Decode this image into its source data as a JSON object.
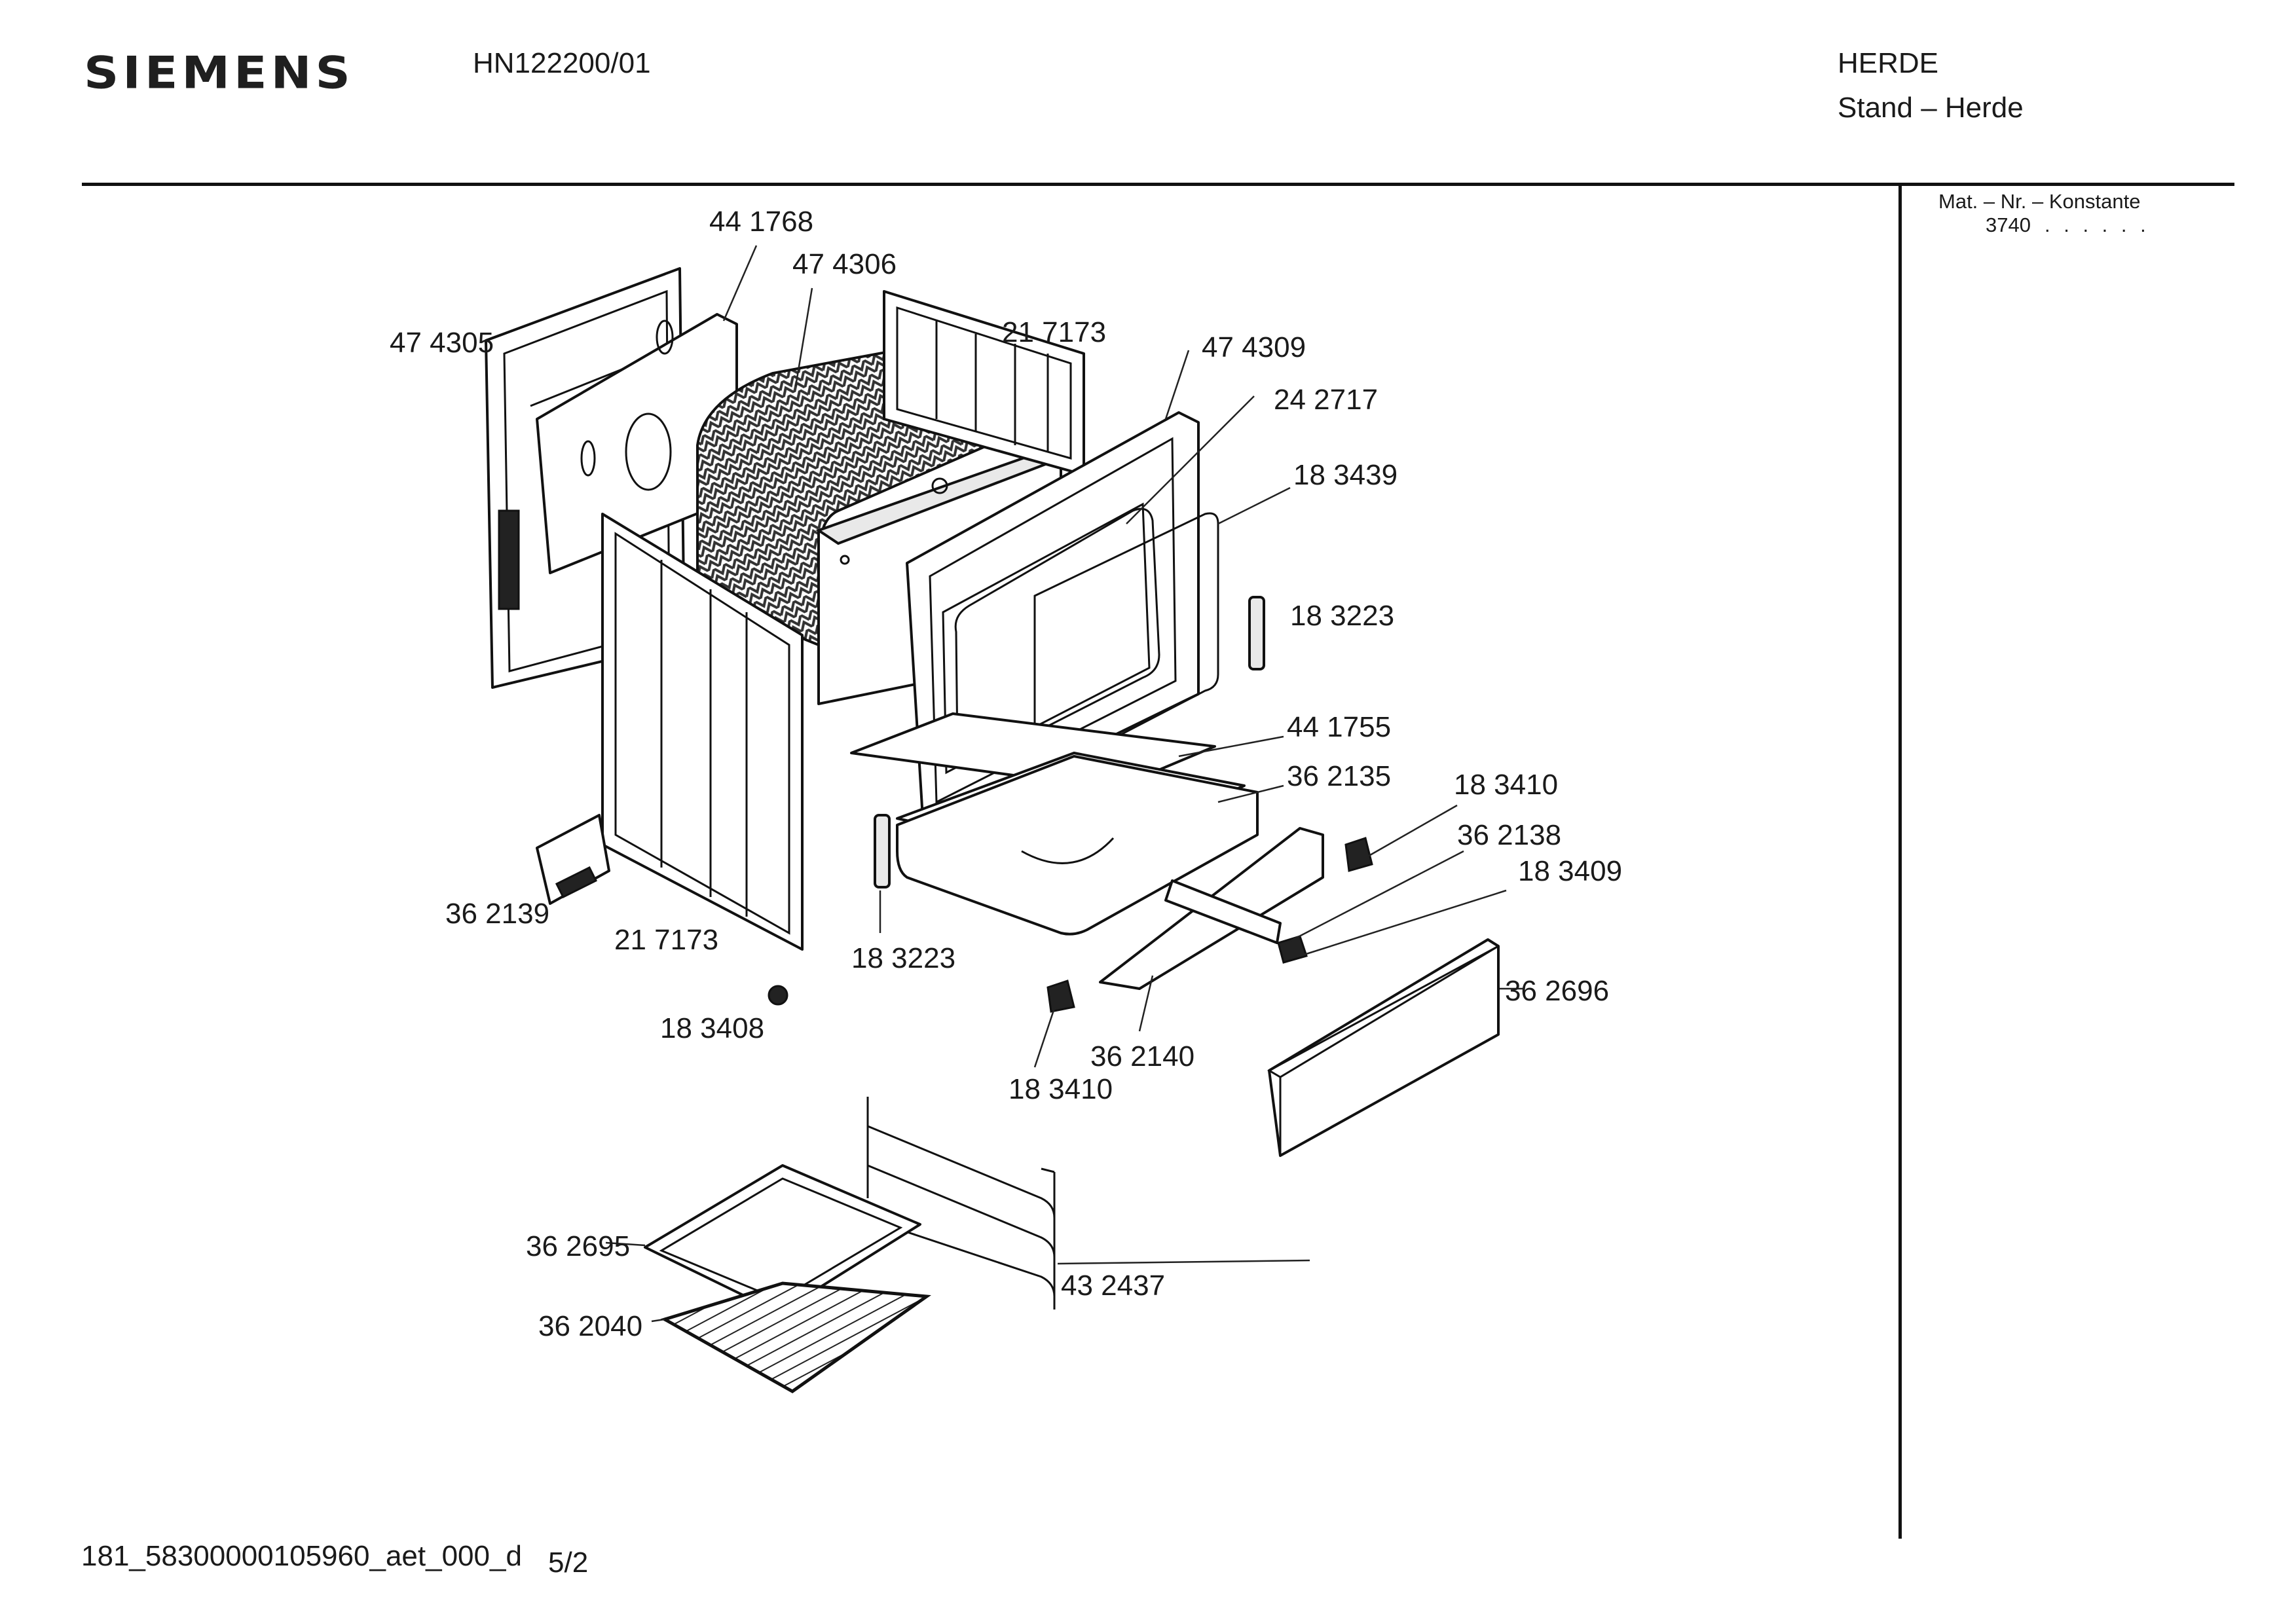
{
  "header": {
    "brand": "SIEMENS",
    "model": "HN122200/01",
    "category": "HERDE",
    "subcategory": "Stand – Herde"
  },
  "side_panel": {
    "heading": "Mat. – Nr. – Konstante",
    "value": "3740",
    "dots": ". .   . . . ."
  },
  "footer": {
    "doc_id": "181_58300000105960_aet_000_d",
    "page": "5/2"
  },
  "parts": [
    {
      "id": "p01",
      "label": "44 1768"
    },
    {
      "id": "p02",
      "label": "47 4306"
    },
    {
      "id": "p03",
      "label": "47 4305"
    },
    {
      "id": "p04",
      "label": "21 7173"
    },
    {
      "id": "p05",
      "label": "47 4309"
    },
    {
      "id": "p06",
      "label": "24 2717"
    },
    {
      "id": "p07",
      "label": "18 3439"
    },
    {
      "id": "p08",
      "label": "18 3223"
    },
    {
      "id": "p09",
      "label": "44 1755"
    },
    {
      "id": "p10",
      "label": "36 2135"
    },
    {
      "id": "p11",
      "label": "18 3410"
    },
    {
      "id": "p12",
      "label": "36 2138"
    },
    {
      "id": "p13",
      "label": "18 3409"
    },
    {
      "id": "p14",
      "label": "36 2139"
    },
    {
      "id": "p15",
      "label": "21 7173"
    },
    {
      "id": "p16",
      "label": "18 3223"
    },
    {
      "id": "p17",
      "label": "36 2696"
    },
    {
      "id": "p18",
      "label": "18 3408"
    },
    {
      "id": "p19",
      "label": "36 2140"
    },
    {
      "id": "p20",
      "label": "18 3410"
    },
    {
      "id": "p21",
      "label": "36 2695"
    },
    {
      "id": "p22",
      "label": "43  2437"
    },
    {
      "id": "p23",
      "label": "36 2040"
    }
  ]
}
